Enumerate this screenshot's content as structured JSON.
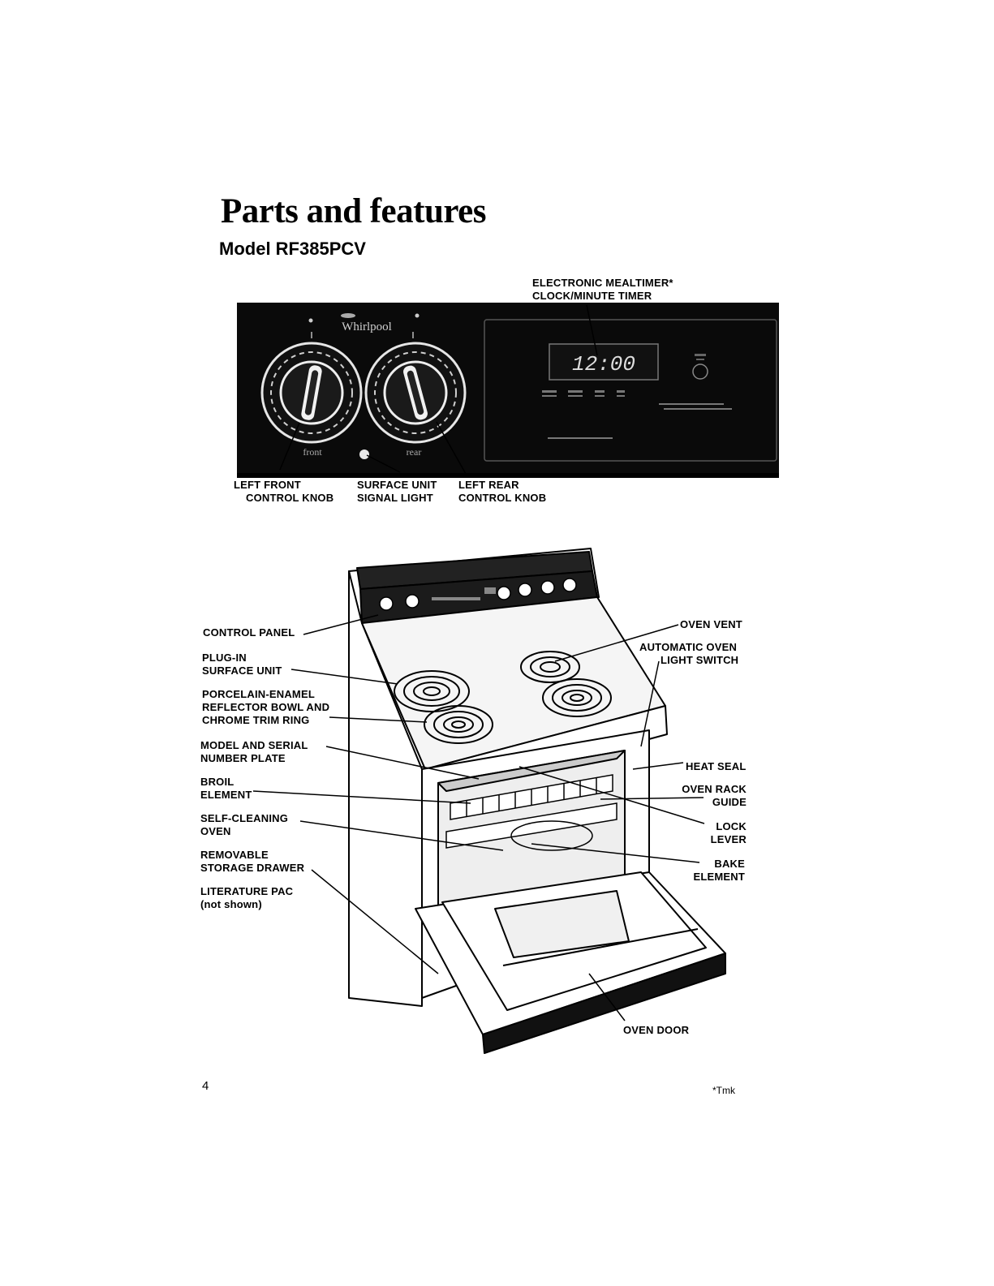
{
  "header": {
    "title": "Parts and features",
    "subtitle": "Model RF385PCV"
  },
  "panel": {
    "brand": "Whirlpool",
    "clock_display": "12:00",
    "left_label": "front",
    "right_label": "rear"
  },
  "panel_callouts": {
    "mealtimer": [
      "ELECTRONIC MEALTIMER*",
      "CLOCK/MINUTE TIMER"
    ],
    "left_front_knob": [
      "LEFT FRONT",
      "CONTROL KNOB"
    ],
    "signal_light": [
      "SURFACE UNIT",
      "SIGNAL LIGHT"
    ],
    "left_rear_knob": [
      "LEFT REAR",
      "CONTROL KNOB"
    ]
  },
  "range_callouts_left": {
    "control_panel": [
      "CONTROL PANEL"
    ],
    "plug_in": [
      "PLUG-IN",
      "SURFACE UNIT"
    ],
    "reflector": [
      "PORCELAIN-ENAMEL",
      "REFLECTOR BOWL AND",
      "CHROME TRIM RING"
    ],
    "model_plate": [
      "MODEL AND SERIAL",
      "NUMBER PLATE"
    ],
    "broil": [
      "BROIL",
      "ELEMENT"
    ],
    "self_cleaning": [
      "SELF-CLEANING",
      "OVEN"
    ],
    "drawer": [
      "REMOVABLE",
      "STORAGE DRAWER"
    ],
    "literature": [
      "LITERATURE PAC",
      "(not shown)"
    ]
  },
  "range_callouts_right": {
    "oven_vent": [
      "OVEN VENT"
    ],
    "light_switch": [
      "AUTOMATIC OVEN",
      "LIGHT SWITCH"
    ],
    "heat_seal": [
      "HEAT SEAL"
    ],
    "rack_guide": [
      "OVEN RACK",
      "GUIDE"
    ],
    "lock_lever": [
      "LOCK",
      "LEVER"
    ],
    "bake": [
      "BAKE",
      "ELEMENT"
    ],
    "oven_door": [
      "OVEN DOOR"
    ]
  },
  "footer": {
    "page_number": "4",
    "trademark": "*Tmk"
  }
}
